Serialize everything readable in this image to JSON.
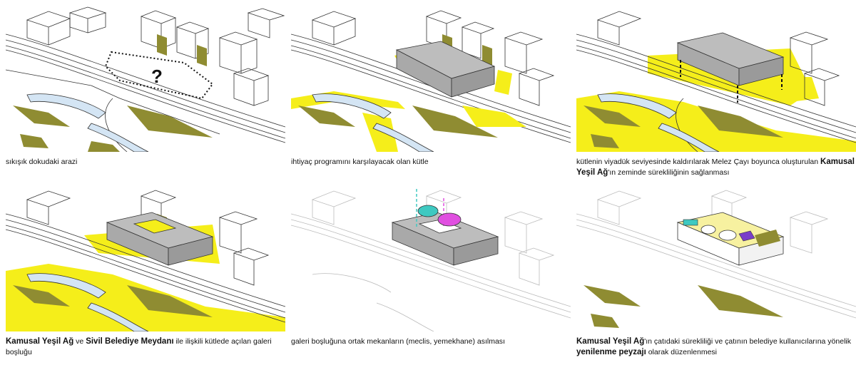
{
  "panels": [
    {
      "id": "p1",
      "caption_parts": [
        {
          "text": "sıkışık dokudaki arazi",
          "bold": false
        }
      ],
      "question_mark": "?"
    },
    {
      "id": "p2",
      "caption_parts": [
        {
          "text": "ihtiyaç programını karşılayacak olan kütle",
          "bold": false
        }
      ]
    },
    {
      "id": "p3",
      "caption_parts": [
        {
          "text": "kütlenin viyadük seviyesinde kaldırılarak Melez Çayı boyunca oluşturulan ",
          "bold": false
        },
        {
          "text": "Kamusal Yeşil Ağ",
          "bold": true
        },
        {
          "text": "'ın zeminde sürekliliğinin sağlanması",
          "bold": false
        }
      ]
    },
    {
      "id": "p4",
      "caption_parts": [
        {
          "text": "Kamusal Yeşil Ağ",
          "bold": true
        },
        {
          "text": " ve ",
          "bold": false
        },
        {
          "text": "Sivil Belediye Meydanı",
          "bold": true
        },
        {
          "text": " ile ilişkili kütlede açılan galeri boşluğu",
          "bold": false
        }
      ]
    },
    {
      "id": "p5",
      "caption_parts": [
        {
          "text": "galeri boşluğuna ortak mekanların (meclis, yemekhane) asılması",
          "bold": false
        }
      ]
    },
    {
      "id": "p6",
      "caption_parts": [
        {
          "text": "Kamusal Yeşil Ağ",
          "bold": true
        },
        {
          "text": "'ın çatıdaki sürekliliği ve çatının belediye kullanıcılarına yönelik ",
          "bold": false
        },
        {
          "text": "yenilenme peyzajı",
          "bold": true
        },
        {
          "text": " olarak düzenlenmesi",
          "bold": false
        }
      ]
    }
  ],
  "colors": {
    "yellow": "#f5ee1a",
    "olive": "#8f8c32",
    "water": "#d4e5f4",
    "mass": "#a9a9a9",
    "mass_top": "#bdbdbd",
    "teal": "#3ec9c1",
    "magenta": "#e04fe0",
    "purple": "#7a3ec9"
  }
}
